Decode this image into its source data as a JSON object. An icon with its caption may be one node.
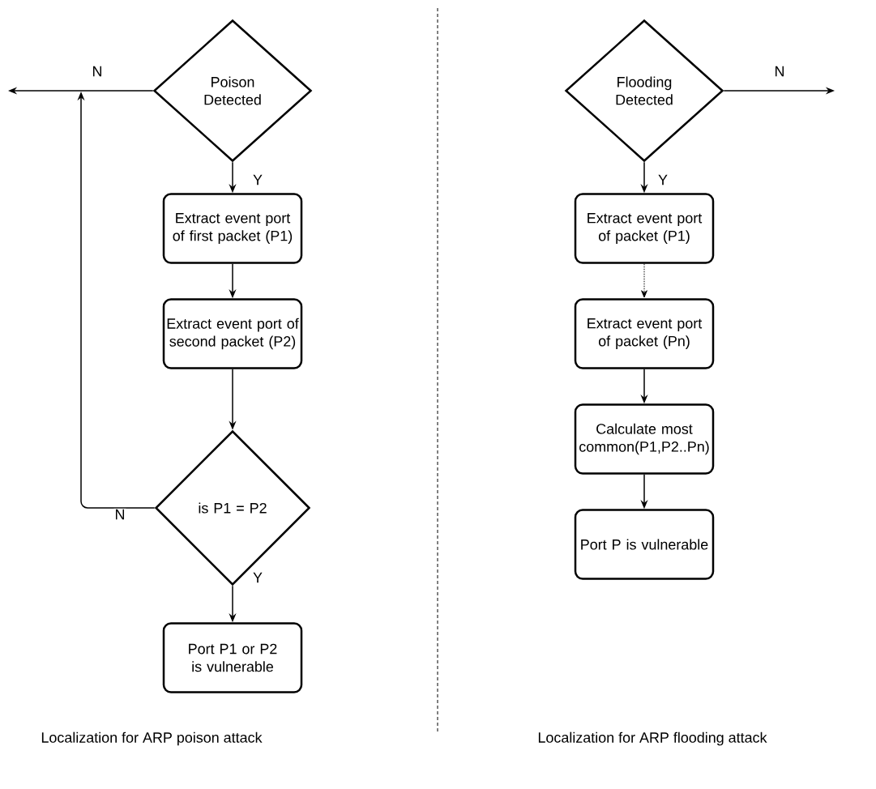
{
  "diagram": {
    "nodes": [
      {
        "text": [
          "Poison Detected"
        ]
      },
      {
        "text": [
          "Extract event port of first packet (P1)"
        ]
      },
      {
        "text": [
          "Extract event port of second packet (P2)"
        ]
      },
      {
        "text": [
          "is P1 = P2"
        ]
      },
      {
        "text": [
          "Port P1 or P2 is vulnerable"
        ]
      },
      {
        "text": [
          "Flooding Detected"
        ]
      },
      {
        "text": [
          "Extract event port of packet (P1)"
        ]
      },
      {
        "text": [
          "Extract event port of packet (Pn)"
        ]
      },
      {
        "text": [
          "Calculate most common(P1,P2..Pn)"
        ]
      },
      {
        "text": [
          "Port P is vulnerable"
        ]
      }
    ],
    "edges": [
      {
        "from": 0,
        "to": null,
        "arrow": "to",
        "label": "N"
      },
      {
        "from": 0,
        "to": 1,
        "arrow": "to",
        "label": "Y"
      },
      {
        "from": 1,
        "to": 2,
        "arrow": "to"
      },
      {
        "from": 2,
        "to": 3,
        "arrow": "to"
      },
      {
        "from": 3,
        "to": null,
        "arrow": "to",
        "label": "N"
      },
      {
        "from": 3,
        "to": 4,
        "arrow": "to",
        "label": "Y"
      },
      {
        "from": 5,
        "to": null,
        "arrow": "to",
        "label": "N"
      },
      {
        "from": 5,
        "to": 6,
        "arrow": "to",
        "label": "Y"
      },
      {
        "from": 6,
        "to": 7,
        "arrow": "to",
        "style": "dashed"
      },
      {
        "from": 7,
        "to": 8,
        "arrow": "to"
      },
      {
        "from": 8,
        "to": 9,
        "arrow": "to"
      }
    ],
    "labels": [
      "Localization for ARP poison attack",
      "Localization for ARP flooding attack"
    ]
  }
}
